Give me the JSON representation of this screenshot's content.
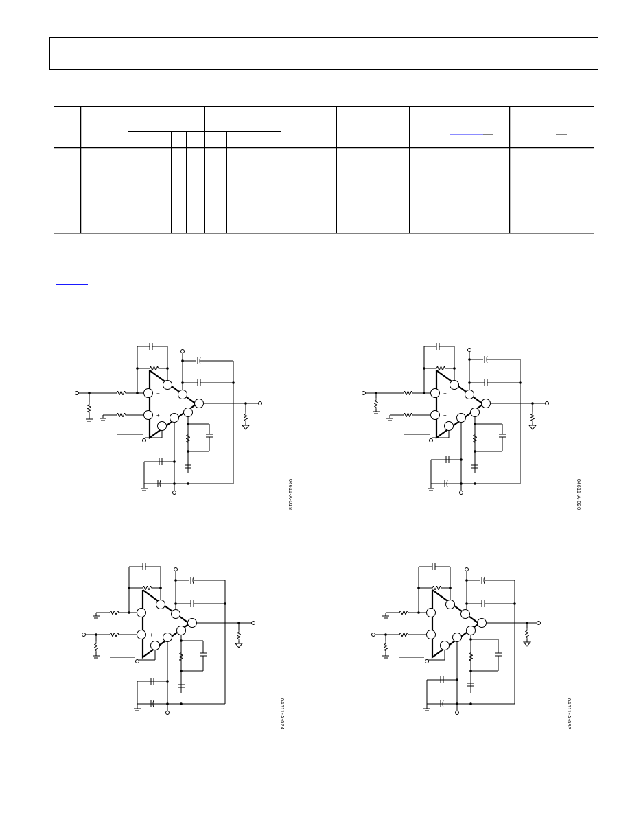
{
  "page": {
    "header_box": {},
    "table_column_count": 14,
    "link_color": "#1a1aff"
  },
  "figures": [
    {
      "id": "fig-a",
      "code": "04611-A-018",
      "config": "inverting",
      "input_shunt": "resistor-to-ground"
    },
    {
      "id": "fig-b",
      "code": "04611-A-020",
      "config": "inverting",
      "input_shunt": "resistor-to-ground"
    },
    {
      "id": "fig-c",
      "code": "04611-A-024",
      "config": "noninverting",
      "input_shunt": "resistor-to-ground"
    },
    {
      "id": "fig-d",
      "code": "04611-A-033",
      "config": "noninverting",
      "input_shunt": "resistor-to-ground"
    }
  ]
}
